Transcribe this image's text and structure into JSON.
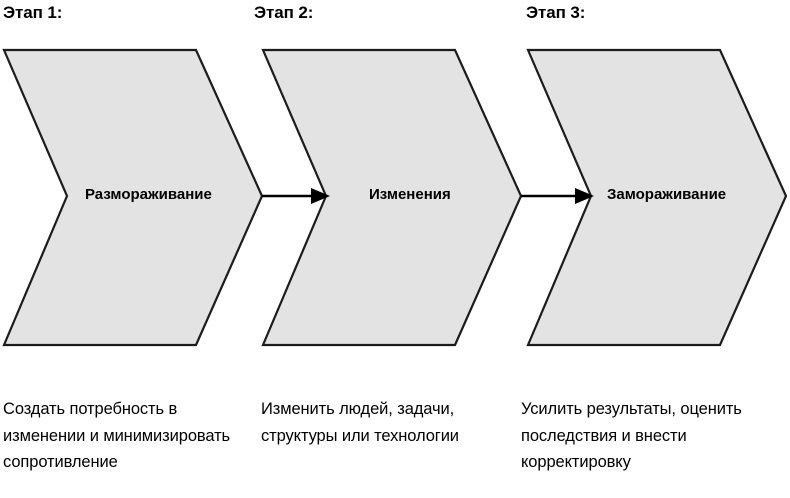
{
  "diagram": {
    "title_visible": false,
    "colors": {
      "chevron_fill": "#e3e3e3",
      "chevron_stroke": "#1c1c1c",
      "arrow": "#000000",
      "text": "#000000",
      "background": "#ffffff"
    },
    "stages": [
      {
        "header": "Этап 1:",
        "chevron_label": "Размораживание",
        "description": "Создать потребность в изменении и минимизировать сопротивление"
      },
      {
        "header": "Этап 2:",
        "chevron_label": "Изменения",
        "description": "Изменить людей, задачи, структуры или технологии"
      },
      {
        "header": "Этап 3:",
        "chevron_label": "Замораживание",
        "description": "Усилить результаты, оценить последствия и внести корректировку"
      }
    ],
    "connectors": [
      {
        "from": "stage-1",
        "to": "stage-2",
        "icon": "arrow-right-icon"
      },
      {
        "from": "stage-2",
        "to": "stage-3",
        "icon": "arrow-right-icon"
      }
    ]
  }
}
